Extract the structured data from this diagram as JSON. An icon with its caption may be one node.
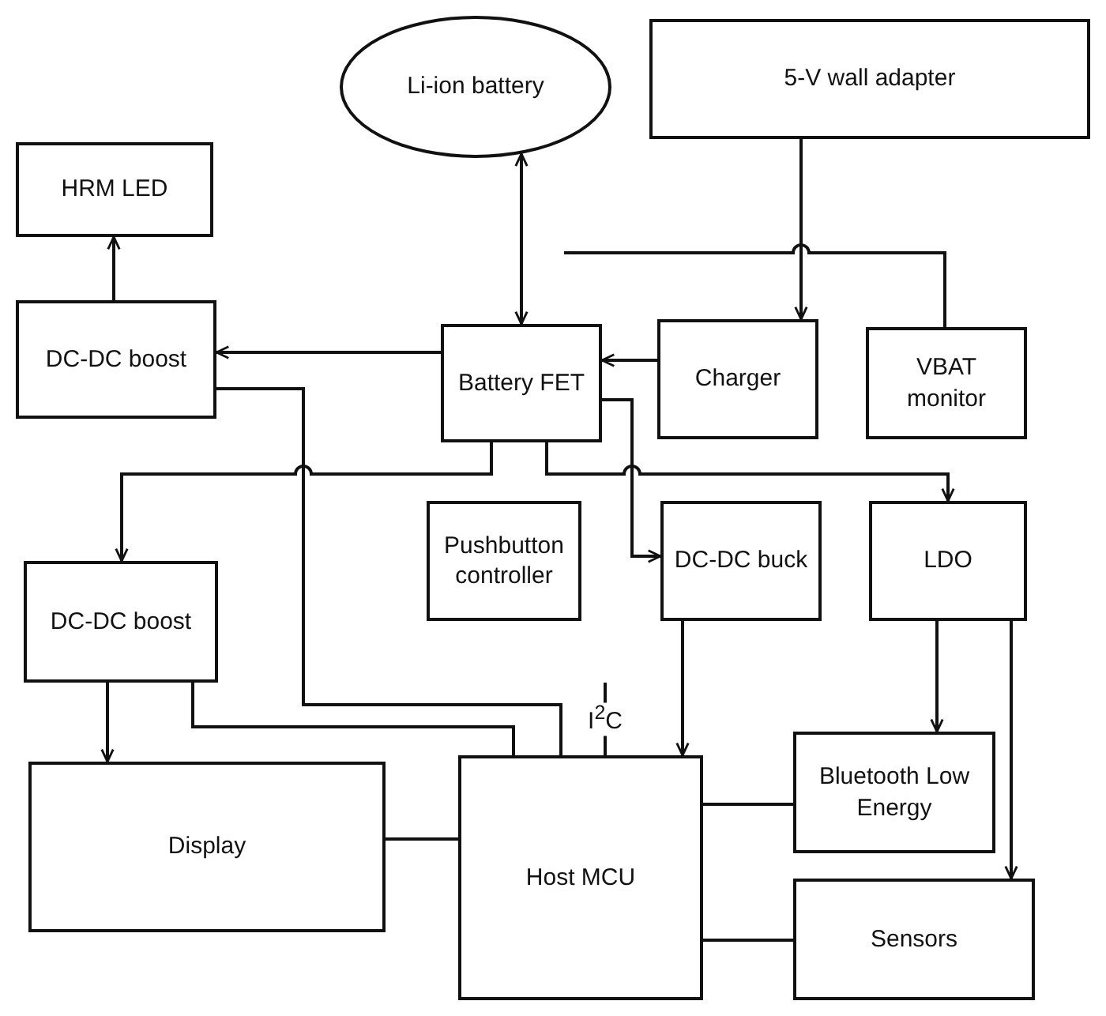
{
  "diagram": {
    "nodes": [
      {
        "text": [
          "Li-ion battery"
        ]
      },
      {
        "text": [
          "5-V wall adapter"
        ]
      },
      {
        "text": [
          "HRM LED"
        ]
      },
      {
        "text": [
          "DC-DC boost"
        ]
      },
      {
        "text": [
          "Battery FET"
        ]
      },
      {
        "text": [
          "Charger"
        ]
      },
      {
        "text": [
          "VBAT monitor"
        ]
      },
      {
        "text": [
          "Pushbutton controller"
        ]
      },
      {
        "text": [
          "DC-DC buck"
        ]
      },
      {
        "text": [
          "LDO"
        ]
      },
      {
        "text": [
          "DC-DC boost"
        ]
      },
      {
        "text": [
          "Display"
        ]
      },
      {
        "text": [
          "Host MCU"
        ]
      },
      {
        "text": [
          "Bluetooth Low Energy"
        ]
      },
      {
        "text": [
          "Sensors"
        ]
      }
    ],
    "edges": [
      {
        "from": 0,
        "to": 4,
        "arrow": "both"
      },
      {
        "from": 1,
        "to": 5,
        "arrow": "to"
      },
      {
        "from": 6,
        "to": null,
        "arrow": "none"
      },
      {
        "from": 5,
        "to": 4,
        "arrow": "to"
      },
      {
        "from": 4,
        "to": 3,
        "arrow": "to"
      },
      {
        "from": 3,
        "to": 2,
        "arrow": "to"
      },
      {
        "from": 4,
        "to": 10,
        "arrow": "to"
      },
      {
        "from": 4,
        "to": 9,
        "arrow": "to"
      },
      {
        "from": 4,
        "to": 8,
        "arrow": "to"
      },
      {
        "from": 3,
        "to": 12,
        "arrow": "none"
      },
      {
        "from": 10,
        "to": 11,
        "arrow": "to"
      },
      {
        "from": 10,
        "to": 12,
        "arrow": "none"
      },
      {
        "from": 8,
        "to": 12,
        "arrow": "to"
      },
      {
        "from": 9,
        "to": 13,
        "arrow": "to"
      },
      {
        "from": 9,
        "to": 14,
        "arrow": "to"
      },
      {
        "from": 11,
        "to": 12,
        "arrow": "none"
      },
      {
        "from": 12,
        "to": 13,
        "arrow": "none"
      },
      {
        "from": 12,
        "to": 14,
        "arrow": "none"
      },
      {
        "from": null,
        "to": 12,
        "arrow": "none",
        "label": "I$^{2}$C"
      }
    ]
  }
}
